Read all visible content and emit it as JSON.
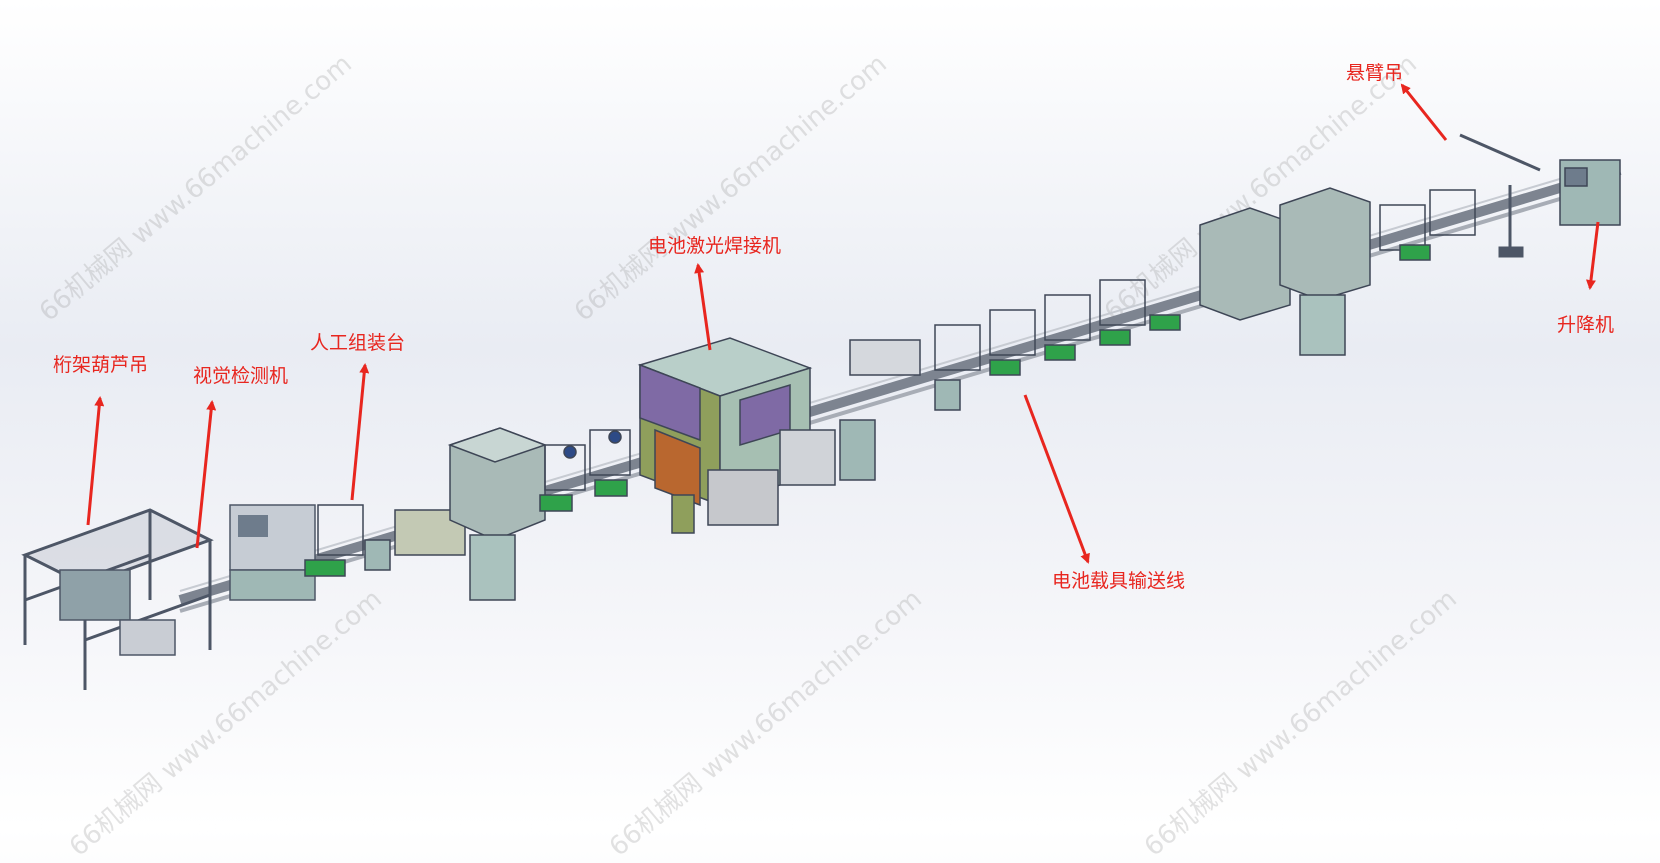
{
  "watermark": "66机械网 www.66machine.com",
  "labels": {
    "truss_hoist": "桁架葫芦吊",
    "vision_inspection": "视觉检测机",
    "manual_assembly": "人工组装台",
    "laser_welder": "电池激光焊接机",
    "carrier_conveyor": "电池载具输送线",
    "cantilever_crane": "悬臂吊",
    "elevator": "升降机"
  },
  "colors": {
    "annotation": "#e8261f",
    "enclosure_panel": "#9fb8b5",
    "enclosure_purple": "#7f6aa5",
    "enclosure_orange": "#b9672f",
    "enclosure_olive": "#8f9f5c",
    "workstation_green": "#2fa24a",
    "frame": "#5b6170"
  }
}
